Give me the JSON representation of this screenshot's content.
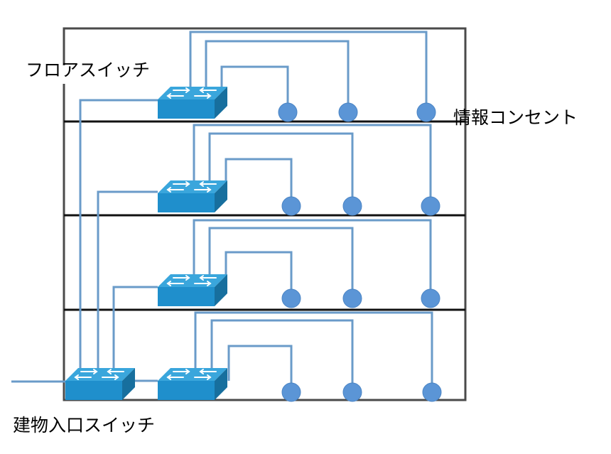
{
  "labels": {
    "floor_switch": "フロアスイッチ",
    "information_outlet": "情報コンセント",
    "building_entrance_switch": "建物入口スイッチ"
  },
  "structure": {
    "floor_count": 4,
    "outlets_per_floor": 3,
    "switch_count": 5
  },
  "colors": {
    "building_outline": "#4a4a4a",
    "floor_line": "#111111",
    "cable": "#6a9bc9",
    "outlet": "#5b95d6",
    "switch_top": "#3aa6dc",
    "switch_front": "#1f8fcc",
    "switch_side": "#176f9e",
    "switch_arrow": "#ffffff",
    "background": "#ffffff"
  },
  "icons": {
    "switch": "network-switch-icon",
    "outlet": "information-outlet-icon"
  }
}
